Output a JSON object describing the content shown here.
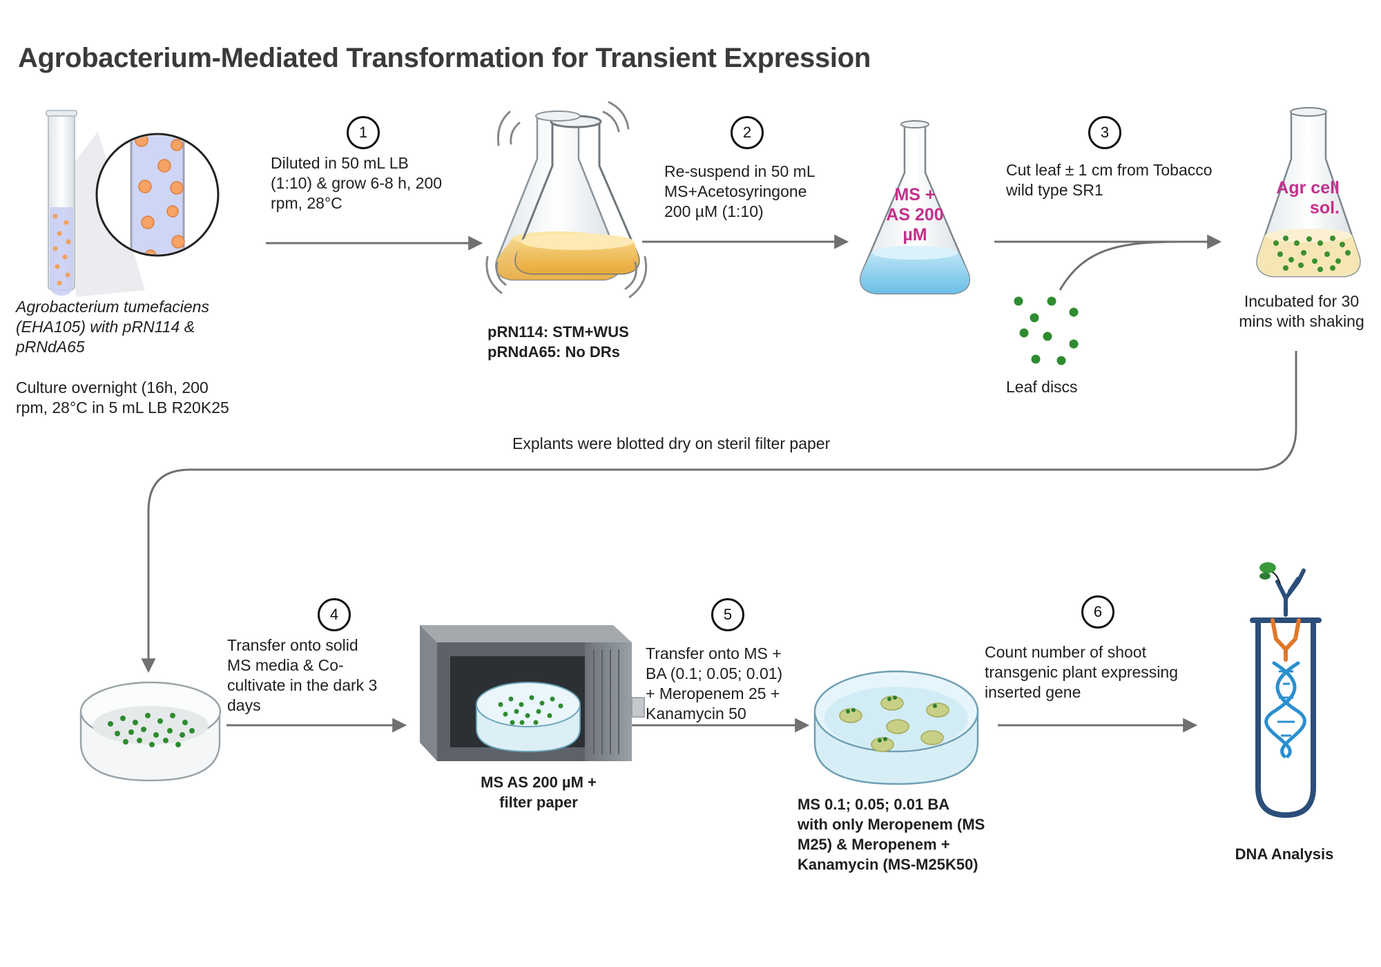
{
  "title": "Agrobacterium-Mediated Transformation for Transient Expression",
  "steps": [
    {
      "number": "1",
      "text": "Diluted in  50 mL LB\n(1:10) & grow 6-8 h, 200\nrpm, 28°C"
    },
    {
      "number": "2",
      "text": "Re-suspend in 50 mL\nMS+Acetosyringone\n200 µM (1:10)"
    },
    {
      "number": "3",
      "text": "Cut leaf ± 1 cm from Tobacco\nwild type SR1"
    },
    {
      "number": "4",
      "text": "Transfer onto solid\nMS media & Co-\ncultivate in the dark 3\ndays"
    },
    {
      "number": "5",
      "text": "Transfer onto MS  +\nBA (0.1; 0.05; 0.01)\n+ Meropenem 25 +\nKanamycin 50"
    },
    {
      "number": "6",
      "text": "Count number of shoot\ntransgenic plant expressing\ninserted gene"
    }
  ],
  "labels": {
    "agro_name": "Agrobacterium tumefaciens\n(EHA105) with pRN114 &\npRNdA65",
    "culture": "Culture overnight (16h, 200\nrpm, 28°C in 5 mL LB R20K25",
    "plasmids": "pRN114: STM+WUS\npRNdA65: No DRs",
    "flask_ms": "MS +\nAS 200\nµM",
    "leaf_discs": "Leaf discs",
    "flask_agr": "Agr cell\nsol.",
    "incubated": "Incubated for 30\nmins with shaking",
    "blotted": "Explants were blotted dry on steril filter paper",
    "incubator_media": "MS AS 200 µM +\nfilter paper",
    "selection_media": "MS 0.1; 0.05; 0.01 BA\nwith only Meropenem (MS\nM25) & Meropenem +\nKanamycin (MS-M25K50)",
    "dna_analysis": "DNA Analysis"
  },
  "icons": [
    "test-tube-icon",
    "magnifier-inset-icon",
    "shaking-flask-icon",
    "ms-flask-icon",
    "leaf-disc-icon",
    "agr-flask-icon",
    "petri-dish-icon",
    "incubator-icon",
    "shoot-plate-icon",
    "dna-tube-icon"
  ],
  "colors": {
    "arrow": "#707070",
    "magenta_text": "#c2308b",
    "leaf_green": "#2e8b2e",
    "lb_medium": "#f2c55a",
    "ms_medium": "#8fd0ee",
    "dna_blue": "#2a8fcf",
    "tube_navy": "#2b4e7a",
    "antibody_orange": "#e0782a"
  }
}
